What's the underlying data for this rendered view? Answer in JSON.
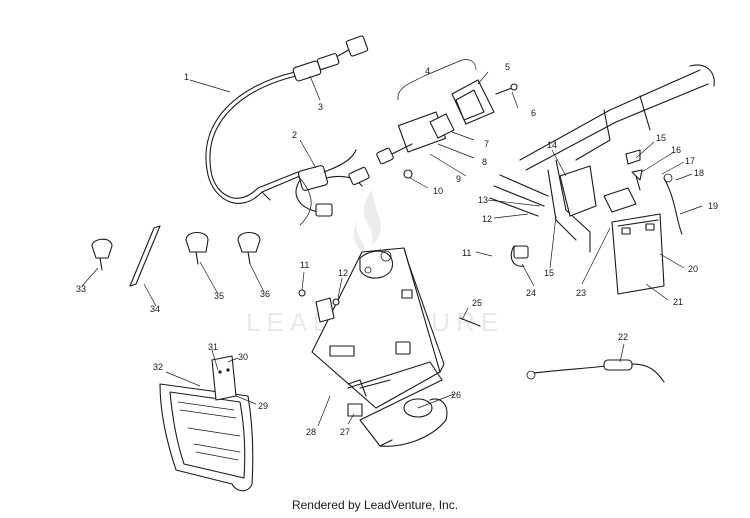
{
  "watermark": "LEADVENTURE",
  "footer": "Rendered by LeadVenture, Inc.",
  "callouts": {
    "c1": "1",
    "c2": "2",
    "c3": "3",
    "c4": "4",
    "c5": "5",
    "c6": "6",
    "c7": "7",
    "c8": "8",
    "c9": "9",
    "c10": "10",
    "c11a": "11",
    "c11b": "11",
    "c12a": "12",
    "c12b": "12",
    "c13": "13",
    "c14": "14",
    "c15a": "15",
    "c15b": "15",
    "c16": "16",
    "c17": "17",
    "c18": "18",
    "c19": "19",
    "c20": "20",
    "c21": "21",
    "c22": "22",
    "c23": "23",
    "c24": "24",
    "c25": "25",
    "c26": "26",
    "c27": "27",
    "c28": "28",
    "c29": "29",
    "c30": "30",
    "c31": "31",
    "c32": "32",
    "c33": "33",
    "c34": "34",
    "c35": "35",
    "c36": "36"
  }
}
